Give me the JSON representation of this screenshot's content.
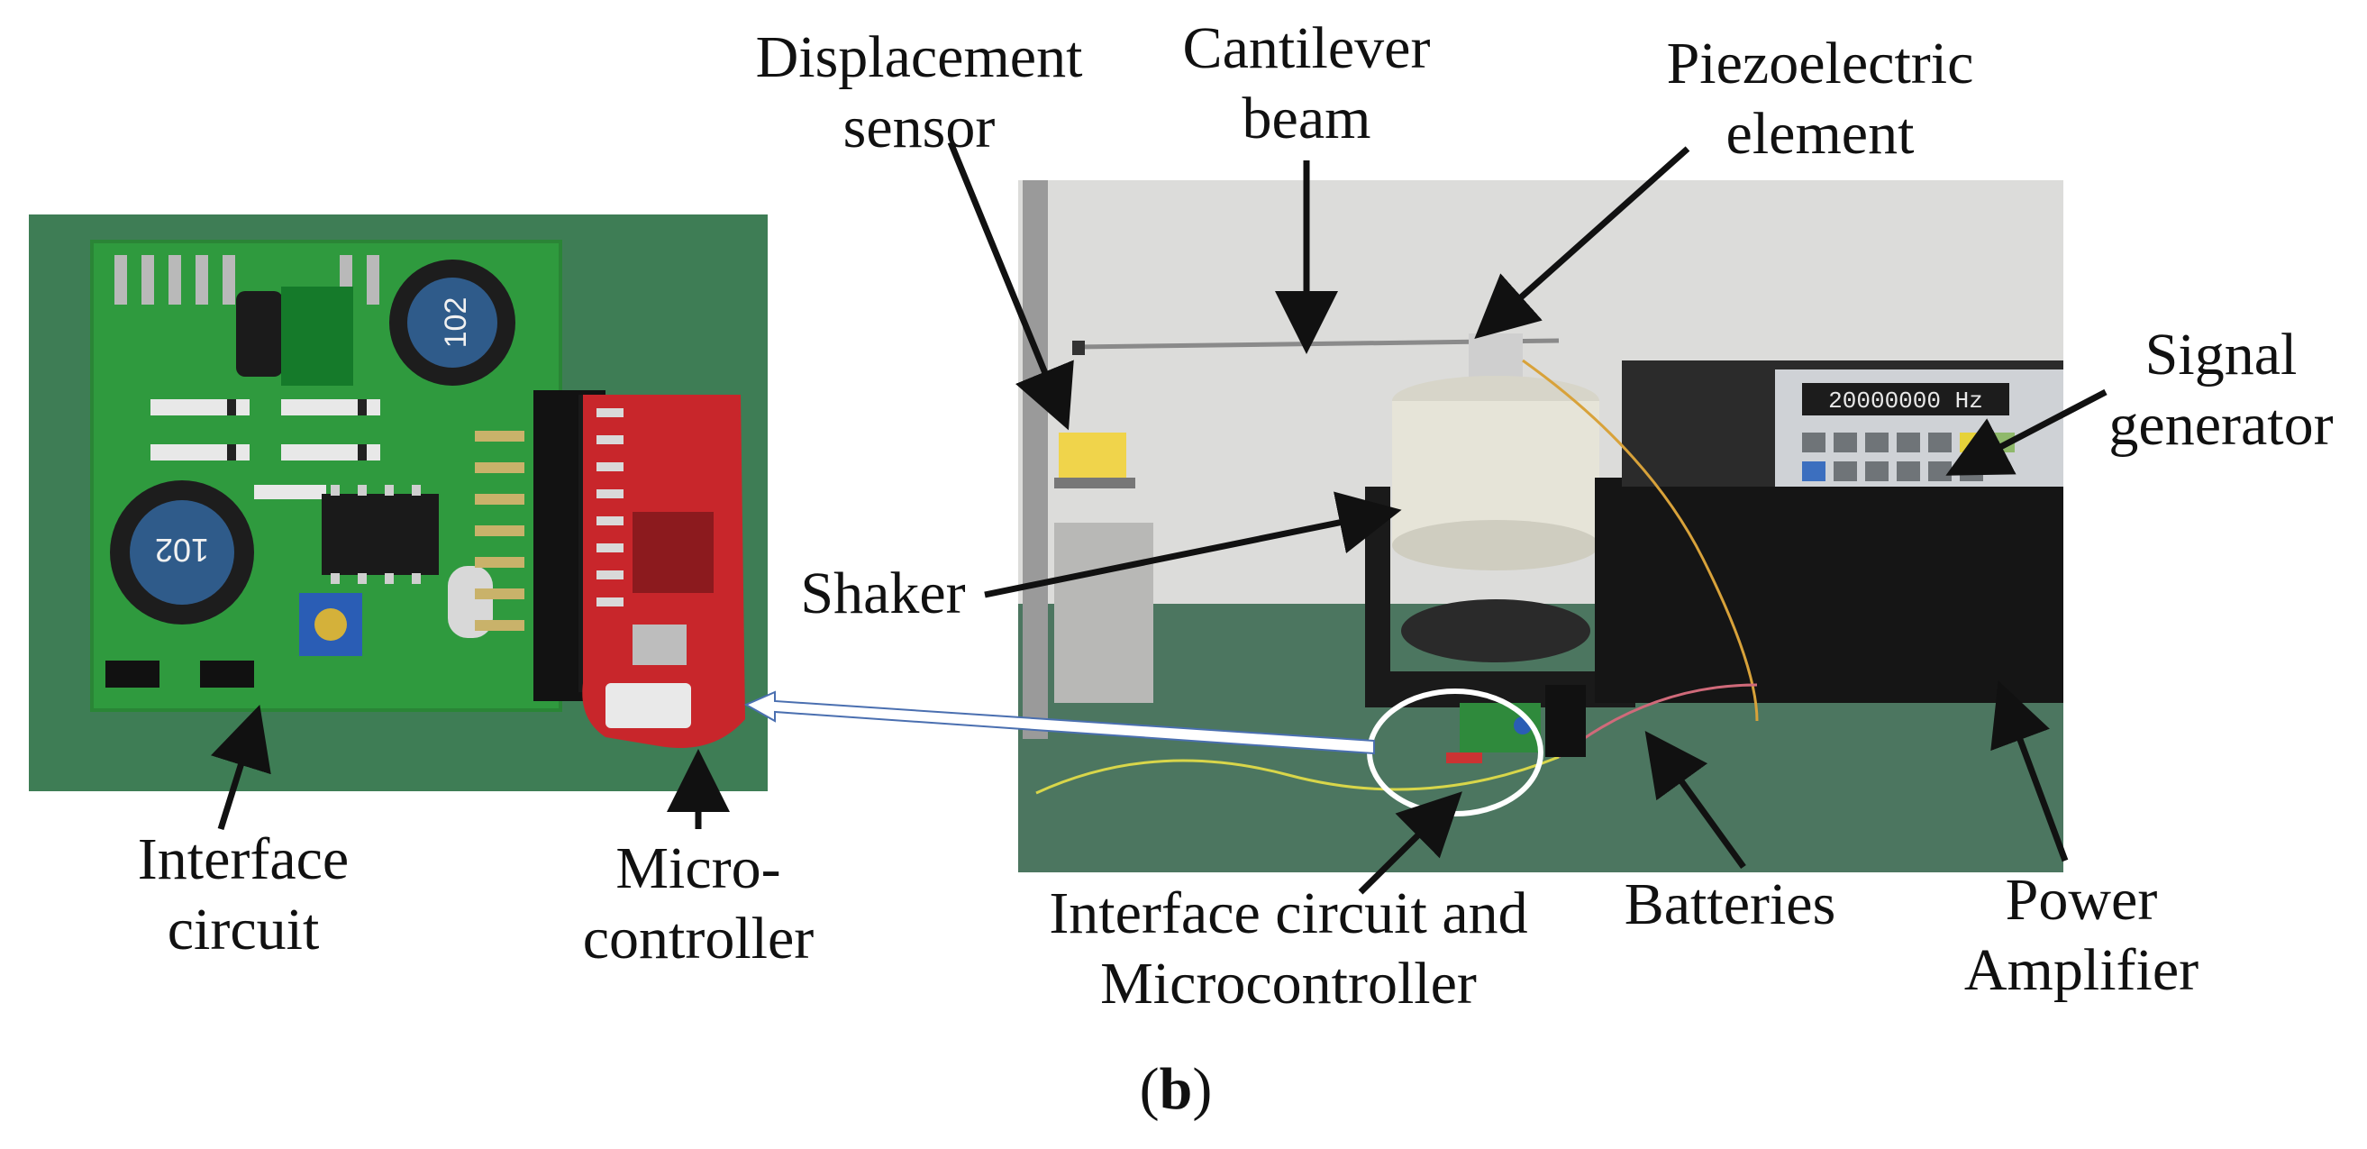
{
  "figure": {
    "panel_letter": "b",
    "labels": {
      "displacement_sensor_1": "Displacement",
      "displacement_sensor_2": "sensor",
      "cantilever_beam_1": "Cantilever",
      "cantilever_beam_2": "beam",
      "piezo_1": "Piezoelectric",
      "piezo_2": "element",
      "signal_gen_1": "Signal",
      "signal_gen_2": "generator",
      "shaker": "Shaker",
      "interface_circuit_1": "Interface",
      "interface_circuit_2": "circuit",
      "micro_1": "Micro-",
      "micro_2": "controller",
      "interface_micro_1": "Interface circuit and",
      "interface_micro_2": "Microcontroller",
      "batteries": "Batteries",
      "power_amp_1": "Power",
      "power_amp_2": "Amplifier"
    },
    "board_marks": {
      "inductor_top": "102",
      "inductor_left": "102"
    },
    "instrument_display": "20000000  Hz",
    "colors": {
      "pcb_green": "#2f9a3e",
      "backdrop_green": "#3e7d55",
      "micro_red": "#c8262b",
      "bench_green": "#4c7660",
      "wall": "#dcdcda",
      "shaker_body": "#e6e4d8",
      "instrument_black": "#151515",
      "instrument_panel": "#cfd2d6"
    }
  }
}
